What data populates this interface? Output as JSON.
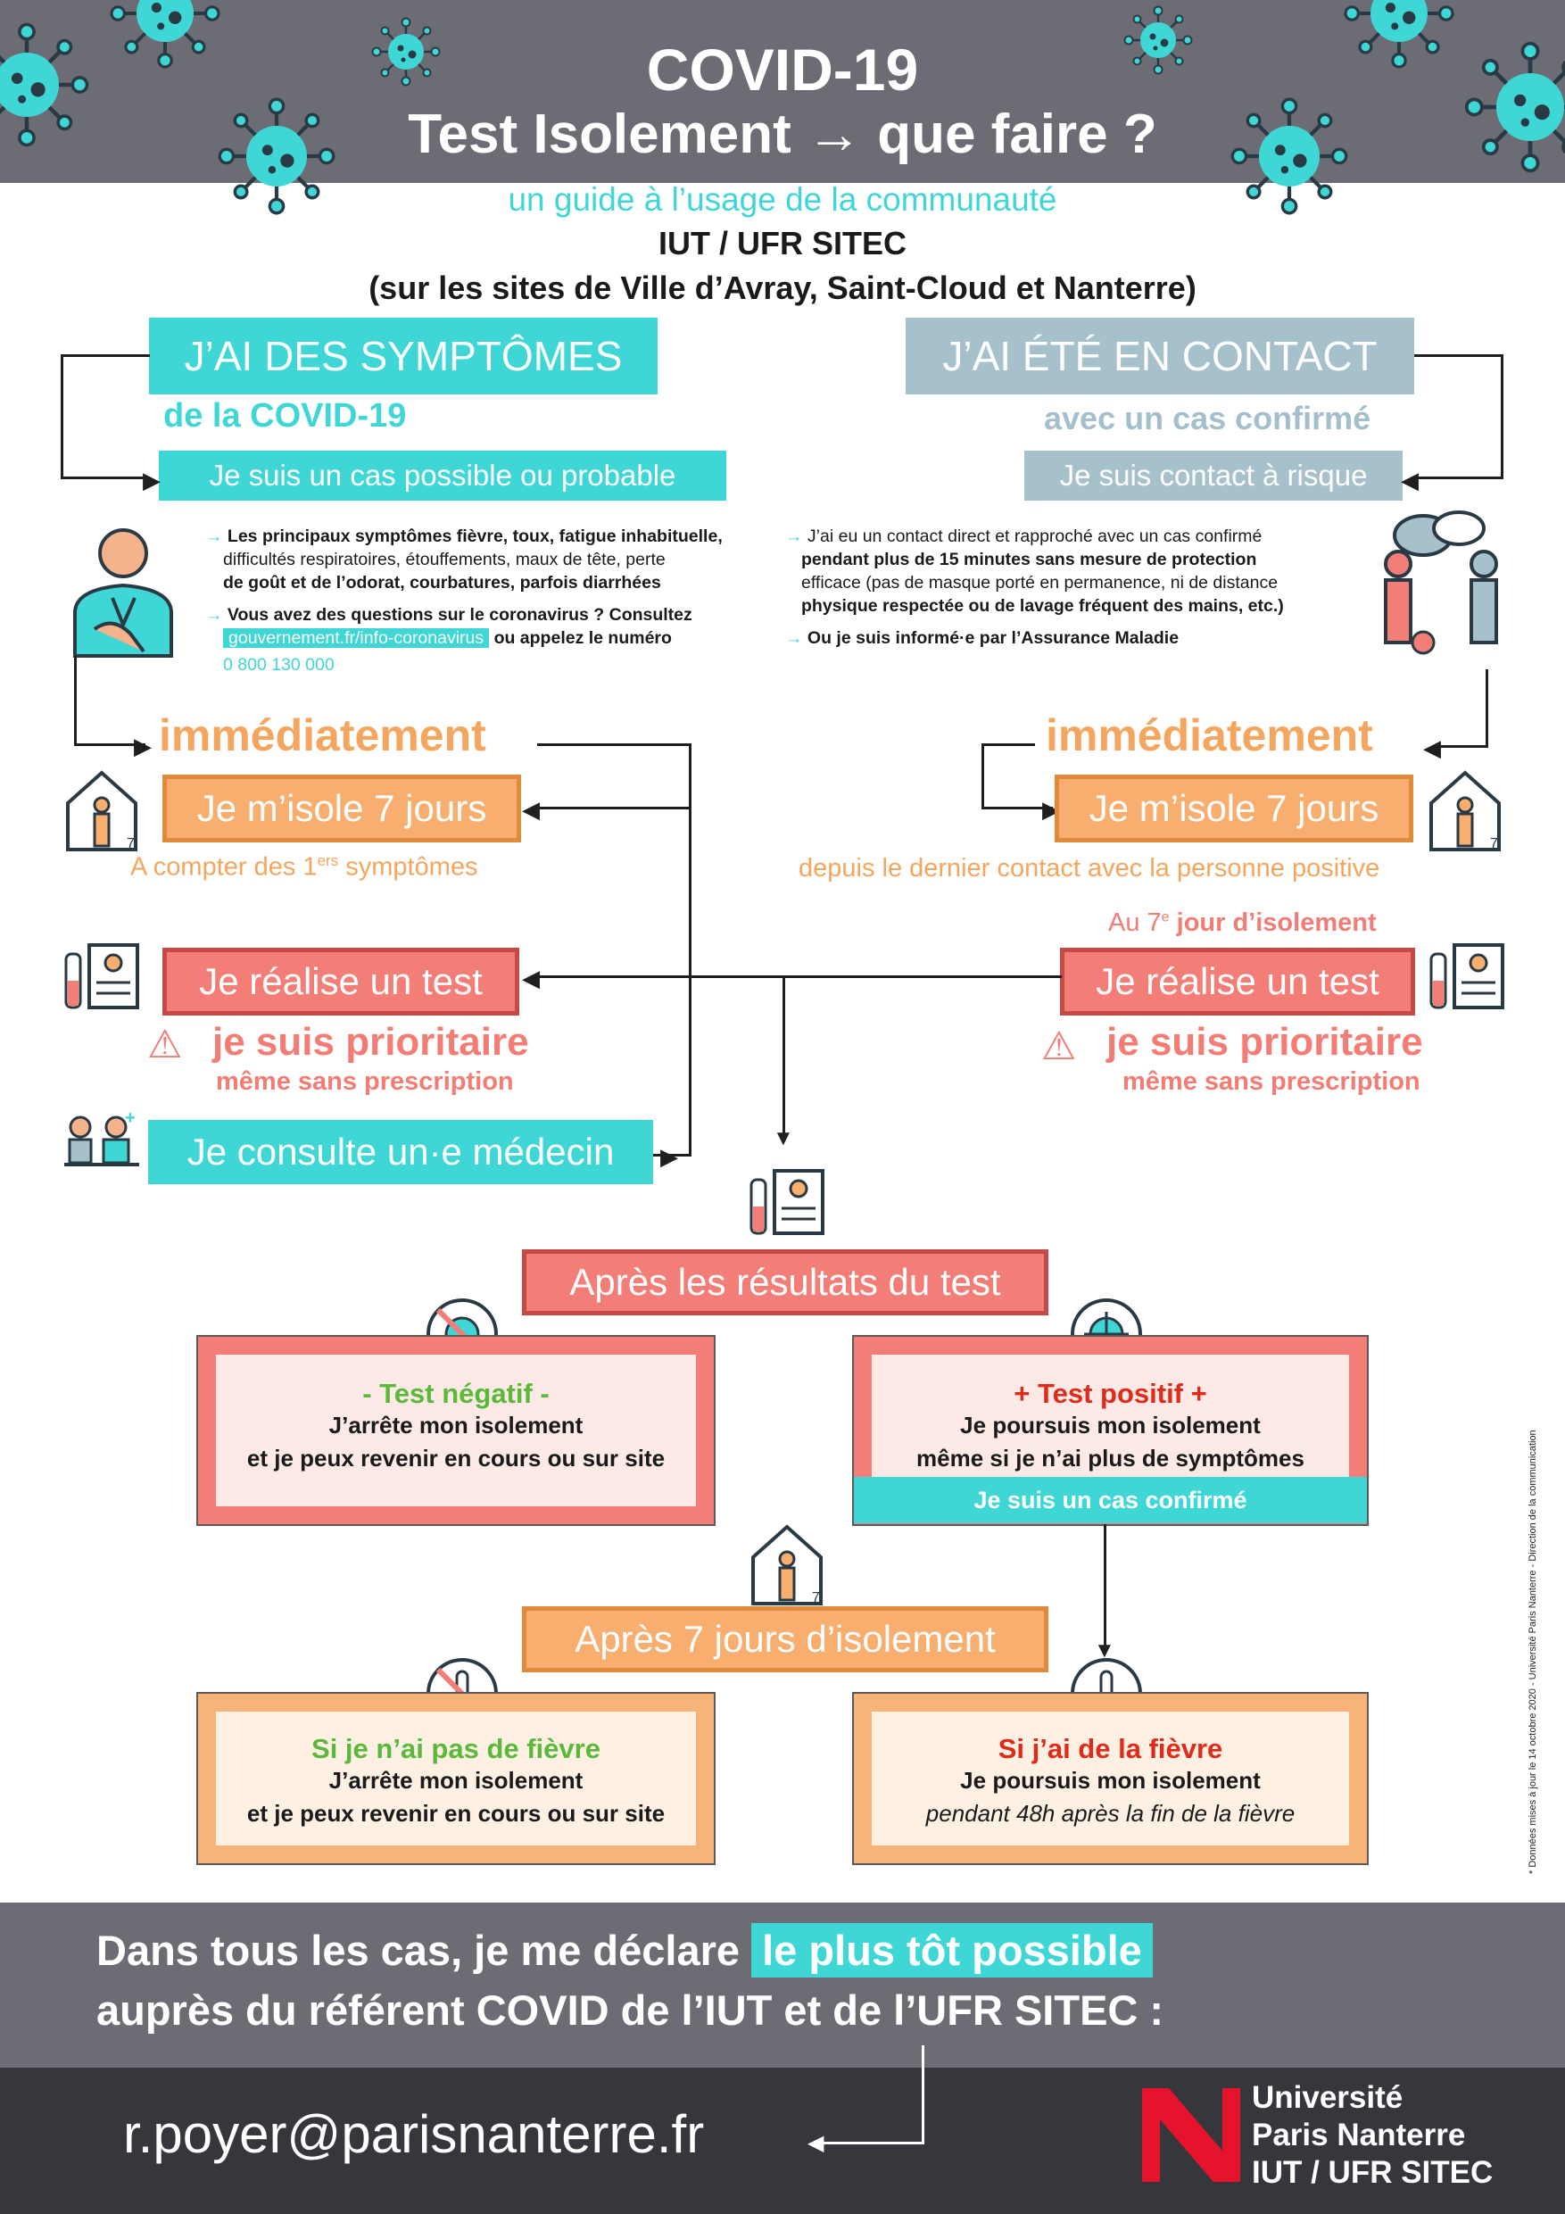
{
  "header": {
    "title_line1": "COVID-19",
    "title_line2": "Test Isolement → que faire ?",
    "subtitle": "un guide à l’usage de la communauté",
    "org_line1": "IUT / UFR SITEC",
    "org_line2": "(sur les sites de Ville d’Avray, Saint-Cloud et Nanterre)"
  },
  "left_column": {
    "header_box": "J’AI DES SYMPTÔMES",
    "header_sub": "de la COVID-19",
    "case_box": "Je suis un cas possible ou probable",
    "bullet1_bold": "Les principaux symptômes",
    "bullet1_rest": "fièvre, toux, fatigue inhabituelle,",
    "bullet1_line2": "difficultés respiratoires, étouffements, maux de tête, perte",
    "bullet1_line3": "de goût et de l’odorat, courbatures, parfois diarrhées",
    "bullet2_line1": "Vous avez des questions sur le coronavirus ? Consultez",
    "bullet2_link": "gouvernement.fr/info-coronavirus",
    "bullet2_after": "ou appelez le numéro",
    "bullet2_phone": "0 800 130 000",
    "immediately": "immédiatement",
    "isolate": "Je m’isole 7 jours",
    "count_from_pre": "A compter des 1",
    "count_from_sup": "ers",
    "count_from_post": "symptômes",
    "test": "Je réalise un test",
    "priority": "je suis prioritaire",
    "no_prescription": "même sans prescription",
    "doctor": "Je consulte un·e médecin"
  },
  "right_column": {
    "header_box": "J’AI ÉTÉ EN CONTACT",
    "header_sub": "avec un cas confirmé",
    "case_box": "Je suis contact à risque",
    "bullet1_line1": "J’ai eu un contact direct et rapproché avec un cas confirmé",
    "bullet1_line2": "pendant plus de 15 minutes sans mesure de protection",
    "bullet1_line3": "efficace (pas de masque porté en permanence, ni de distance",
    "bullet1_line4": "physique respectée ou de lavage fréquent des mains, etc.)",
    "bullet2": "Ou je suis informé·e par l’Assurance Maladie",
    "immediately": "immédiatement",
    "isolate": "Je m’isole 7 jours",
    "since_contact": "depuis le dernier contact avec la personne positive",
    "seventh_day_pre": "Au 7",
    "seventh_day_sup": "e",
    "seventh_day_post": "jour d’isolement",
    "test": "Je réalise un test",
    "priority": "je suis prioritaire",
    "no_prescription": "même sans prescription"
  },
  "results": {
    "title": "Après les résultats du test",
    "negative_title": "- Test négatif -",
    "negative_line1": "J’arrête mon isolement",
    "negative_line2": "et je peux revenir en cours ou sur site",
    "positive_title": "+ Test positif +",
    "positive_line1": "Je poursuis mon isolement",
    "positive_line2": "même si je n’ai plus de symptômes",
    "positive_banner": "Je suis un cas confirmé"
  },
  "after7": {
    "title": "Après 7 jours d’isolement",
    "nofever_title": "Si je n’ai pas de fièvre",
    "nofever_line1": "J’arrête mon isolement",
    "nofever_line2": "et je peux revenir en cours ou sur site",
    "fever_title": "Si j’ai de la fièvre",
    "fever_line1": "Je poursuis mon isolement",
    "fever_line2": "pendant 48h après la fin de la fièvre"
  },
  "footer": {
    "declare_pre": "Dans tous les cas, je me déclare",
    "declare_highlight": "le plus tôt possible",
    "declare_line2": "auprès du référent COVID de l’IUT et de l’UFR SITEC :",
    "email": "r.poyer@parisnanterre.fr",
    "uni_line1": "Université",
    "uni_line2": "Paris Nanterre",
    "uni_line3": "IUT / UFR SITEC",
    "side_note": "* Données mises à jour le 14 octobre 2020 - Université Paris Nanterre - Direction de la communication"
  },
  "colors": {
    "teal": "#3fd7d6",
    "orange": "#f7ae6e",
    "red": "#f37e77",
    "grey_header": "#6c6c74",
    "dark_footer": "#36363d",
    "grey_blue": "#a7c1cc",
    "green_text": "#5ab93a",
    "red_text": "#e02a1a"
  },
  "icons": [
    "virus-icon",
    "sick-person-icon",
    "contact-people-icon",
    "house-isolation-icon",
    "test-report-icon",
    "warning-icon",
    "doctor-consult-icon",
    "no-virus-icon",
    "thermometer-icon",
    "no-thermometer-icon",
    "university-logo-icon"
  ]
}
